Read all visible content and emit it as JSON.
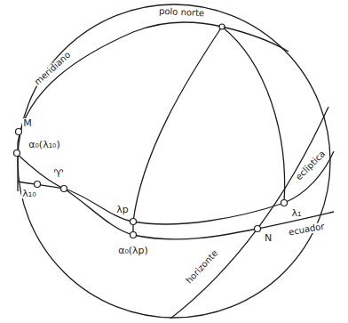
{
  "diagram": {
    "labels": [
      "polo norte",
      "meridiano",
      "M",
      "α₀(λ₁₀)",
      "λ₁₀",
      "♈",
      "eclíptica",
      "λp",
      "λ₁",
      "ecuador",
      "N",
      "α₀(λp)",
      "horizonte"
    ]
  }
}
